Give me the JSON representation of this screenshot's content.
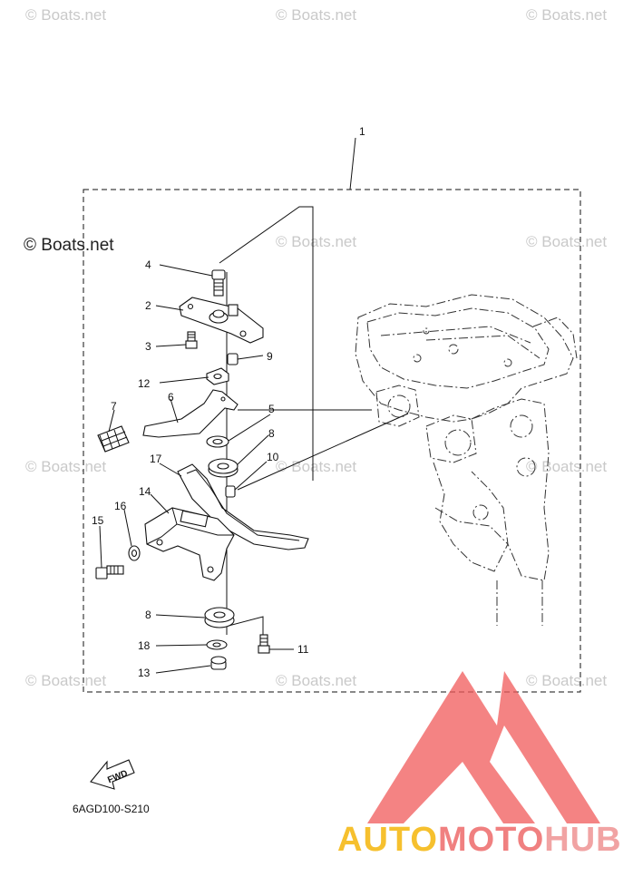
{
  "watermarks": {
    "light": "© Boats.net",
    "dark": "© Boats.net"
  },
  "callouts": {
    "p1": "1",
    "p2": "2",
    "p3": "3",
    "p4": "4",
    "p5": "5",
    "p6": "6",
    "p7": "7",
    "p8a": "8",
    "p8b": "8",
    "p9": "9",
    "p10": "10",
    "p11": "11",
    "p12": "12",
    "p13": "13",
    "p14": "14",
    "p15": "15",
    "p16": "16",
    "p17": "17",
    "p18": "18"
  },
  "fwd_label": "FWD",
  "diagram_code": "6AGD100-S210",
  "brand": {
    "part1": "AUTO",
    "part2": "MOTO",
    "part3": "HUB",
    "color1": "#f6c02e",
    "color2": "#f08080",
    "color3": "#f1a3a3",
    "logo_color": "#f05a5a"
  }
}
